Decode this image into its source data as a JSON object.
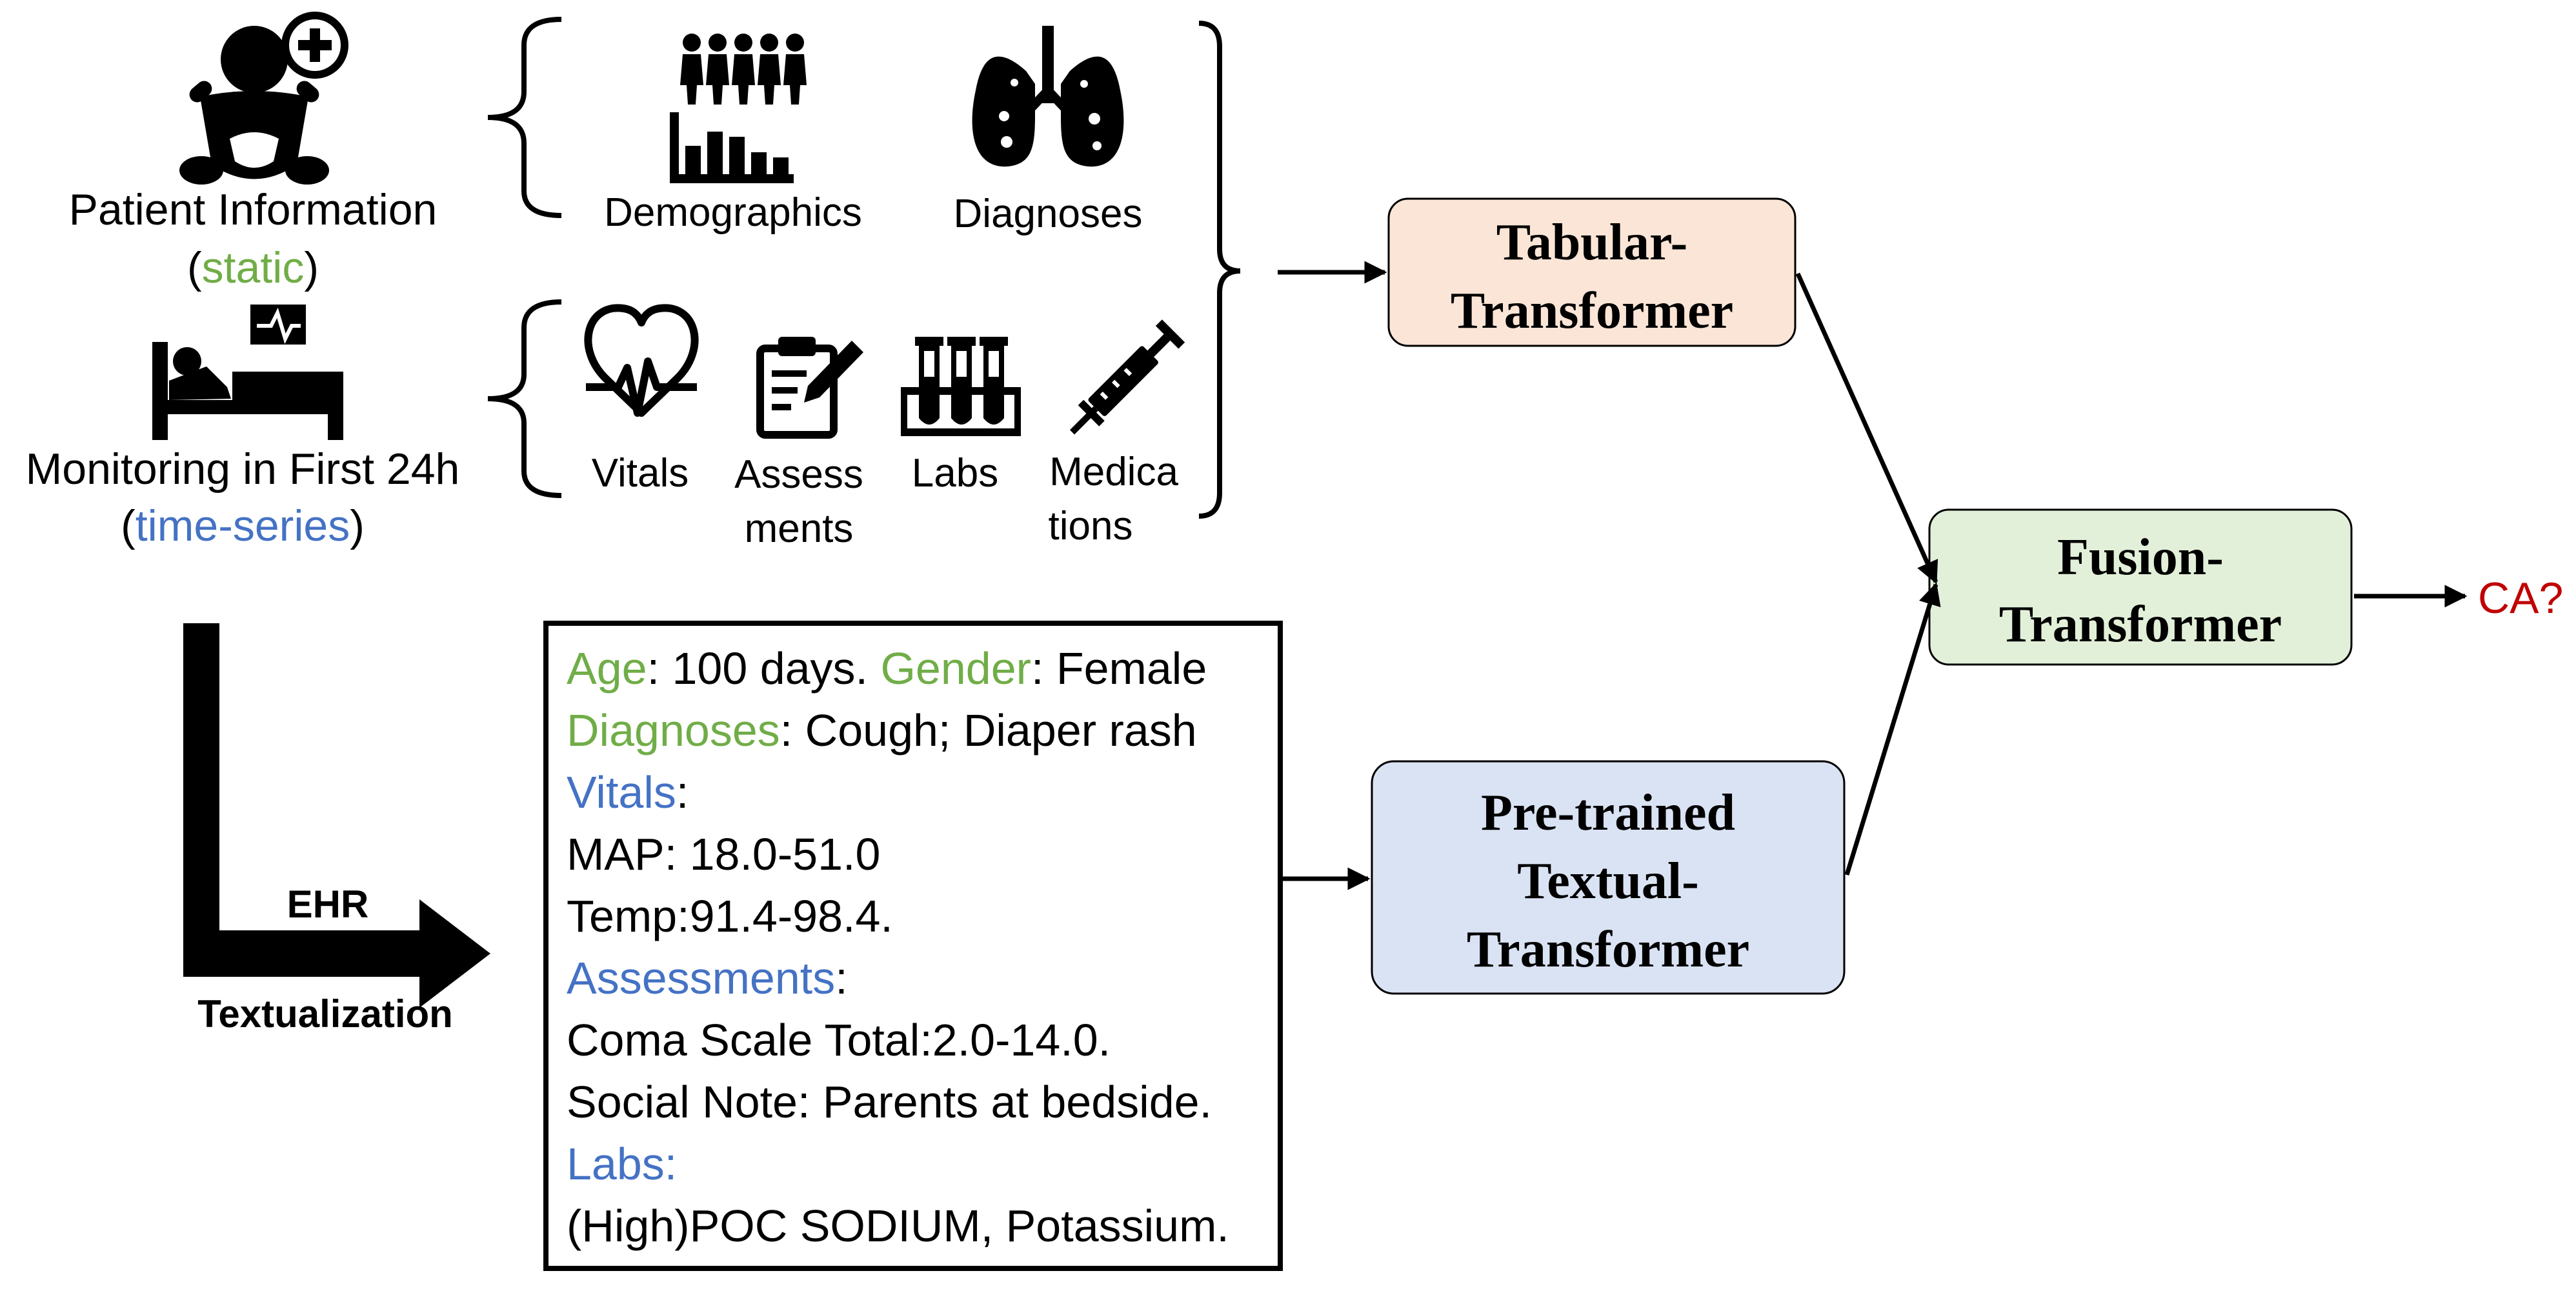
{
  "colors": {
    "static": "#70ad47",
    "timeseries": "#4472c4",
    "output": "#c00000",
    "tabular_fill": "#fbe5d6",
    "fusion_fill": "#e2f0d9",
    "textual_fill": "#dae3f3",
    "ink": "#000000"
  },
  "patient": {
    "label": "Patient Information",
    "type_open": "(",
    "type_word": "static",
    "type_close": ")",
    "icon": "baby-medical-icon"
  },
  "monitoring": {
    "label": "Monitoring in First 24h",
    "type_open": "(",
    "type_word": "time-series",
    "type_close": ")",
    "icon": "hospital-bed-icon"
  },
  "static_features": {
    "demographics": {
      "label": "Demographics",
      "icon": "population-chart-icon"
    },
    "diagnoses": {
      "label": "Diagnoses",
      "icon": "lungs-icon"
    }
  },
  "time_features": {
    "vitals": {
      "label": "Vitals",
      "icon": "heart-pulse-icon"
    },
    "assessments": {
      "line1": "Assess",
      "line2": "ments",
      "icon": "clipboard-icon"
    },
    "labs": {
      "label": "Labs",
      "icon": "test-tubes-icon"
    },
    "medications": {
      "line1": "Medica",
      "line2": "tions",
      "icon": "syringe-icon"
    }
  },
  "textualization": {
    "line1": "EHR",
    "line2": "Textualization"
  },
  "ehr_text": {
    "age_key": "Age",
    "age_value": ": 100 days. ",
    "gender_key": "Gender",
    "gender_value": ": Female",
    "diagnoses_key": "Diagnoses",
    "diagnoses_value": ": Cough; Diaper rash",
    "vitals_key": "Vitals",
    "vitals_colon": ":",
    "map_line": "MAP: 18.0-51.0",
    "temp_line": "Temp:91.4-98.4.",
    "assessments_key": "Assessments",
    "assessments_colon": ":",
    "coma_line": "Coma Scale Total:2.0-14.0.",
    "social_line": "Social Note: Parents at bedside.",
    "labs_key": "Labs:",
    "labs_line": "(High)POC SODIUM, Potassium."
  },
  "models": {
    "tabular": {
      "line1": "Tabular-",
      "line2": "Transformer"
    },
    "textual": {
      "line1": "Pre-trained",
      "line2": "Textual-",
      "line3": "Transformer"
    },
    "fusion": {
      "line1": "Fusion-",
      "line2": "Transformer"
    }
  },
  "output": {
    "label": "CA?"
  }
}
